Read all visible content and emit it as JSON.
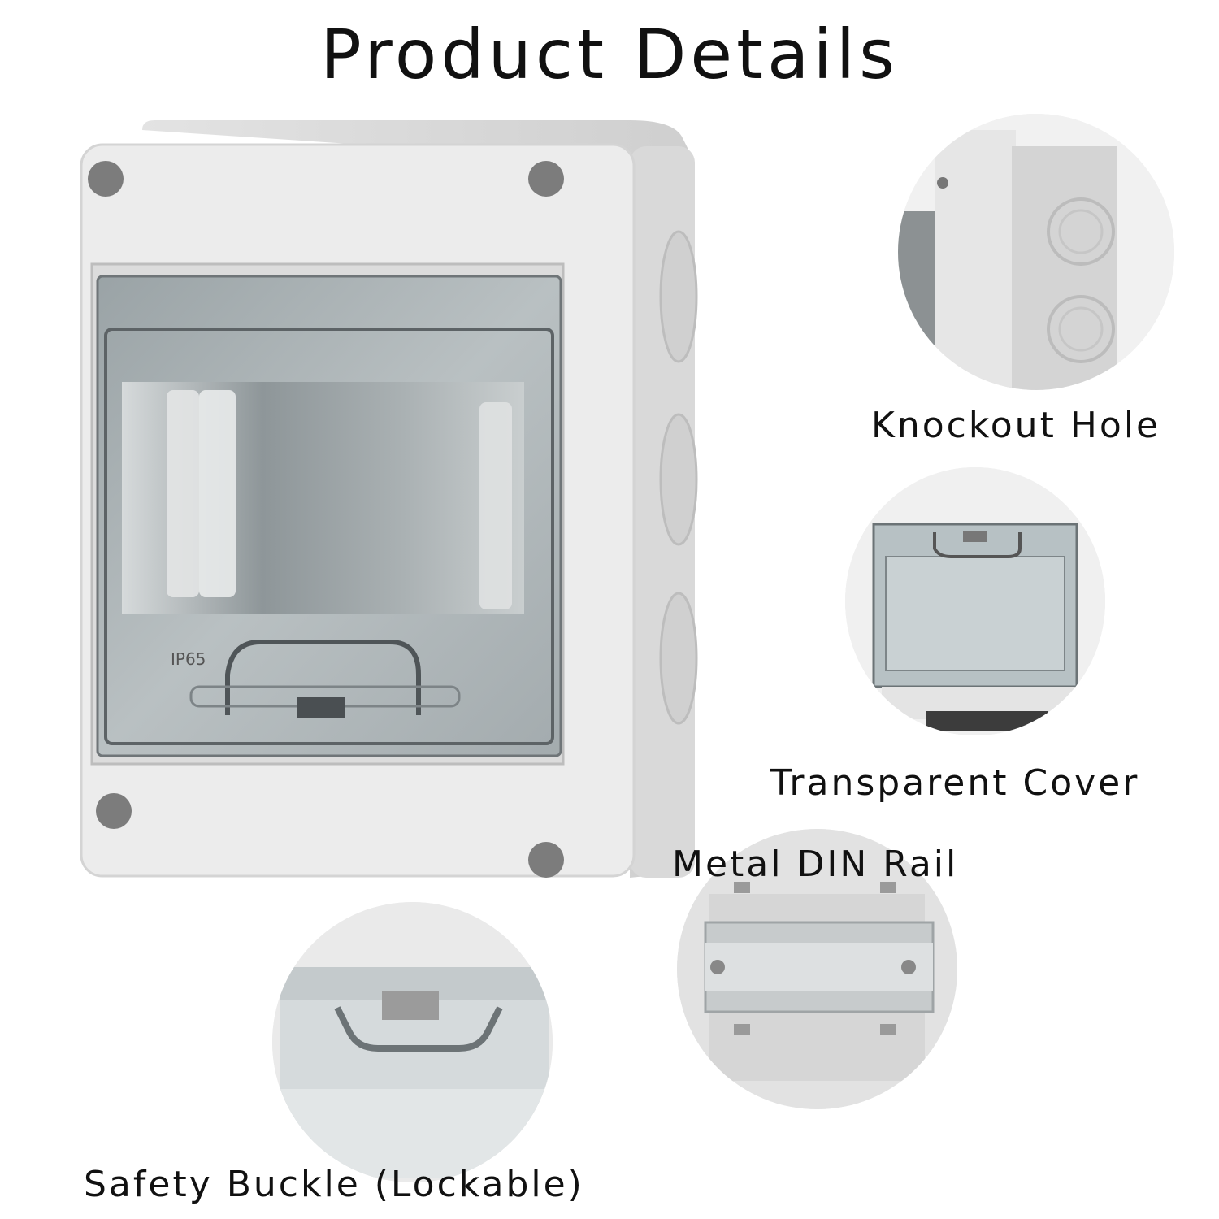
{
  "title": "Product Details",
  "product": {
    "label": "IP65"
  },
  "features": [
    {
      "caption": "Knockout Hole",
      "icon": "knockout-hole-closeup"
    },
    {
      "caption": "Transparent Cover",
      "icon": "transparent-cover-closeup"
    },
    {
      "caption": "Metal DIN Rail",
      "icon": "din-rail-closeup"
    },
    {
      "caption": "Safety Buckle (Lockable)",
      "icon": "safety-buckle-closeup"
    }
  ]
}
